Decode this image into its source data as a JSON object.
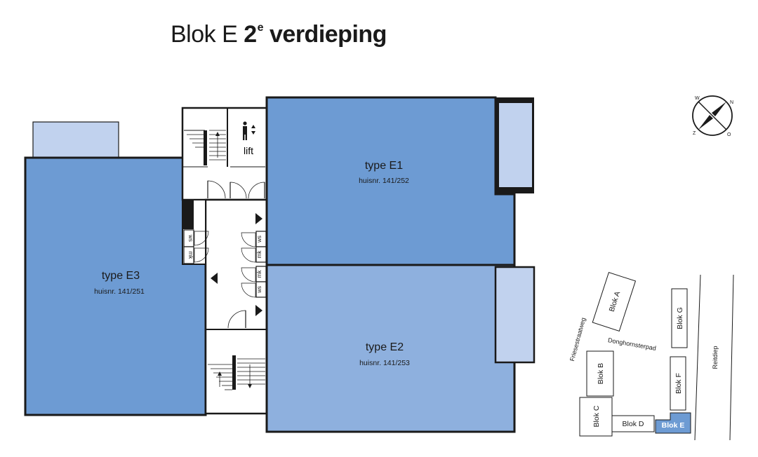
{
  "title": {
    "prefix": "Blok E",
    "floor_number": "2",
    "floor_suffix": "e",
    "floor_word": "verdieping"
  },
  "units": {
    "e1": {
      "name": "type E1",
      "number": "huisnr. 141/252"
    },
    "e2": {
      "name": "type E2",
      "number": "huisnr. 141/253"
    },
    "e3": {
      "name": "type E3",
      "number": "huisnr. 141/251"
    }
  },
  "core": {
    "lift_label": "lift",
    "ws_label": "ws",
    "mk_label": "mk"
  },
  "compass": {
    "w": "W",
    "n": "N",
    "z": "Z",
    "o": "O"
  },
  "site_map": {
    "blocks": {
      "a": "Blok A",
      "b": "Blok B",
      "c": "Blok C",
      "d": "Blok D",
      "e": "Blok E",
      "f": "Blok F",
      "g": "Blok G"
    },
    "roads": {
      "friesestraatweg": "Friesestraatweg",
      "donghornsterpad": "Donghornsterpad",
      "reitdiep": "Reitdiep"
    }
  },
  "colors": {
    "unit_e1": "#6d9bd3",
    "unit_e2": "#8eb0de",
    "unit_e3": "#6d9bd3",
    "balcony": "#c1d2ee",
    "wall": "#1a1a1a",
    "highlight_block": "#6d9bd3"
  }
}
